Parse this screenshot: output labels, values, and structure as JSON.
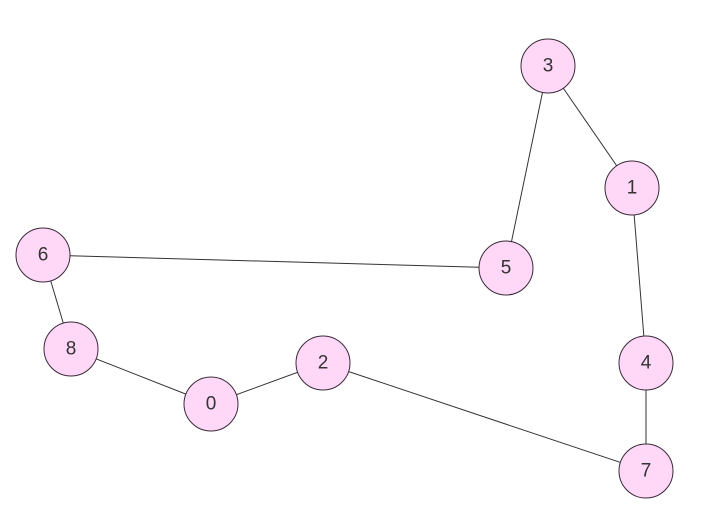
{
  "graph": {
    "node_fill": "#ffd8f7",
    "node_stroke": "#3a2a3a",
    "edge_color": "#333333",
    "nodes": [
      {
        "id": "3",
        "label": "3"
      },
      {
        "id": "1",
        "label": "1"
      },
      {
        "id": "6",
        "label": "6"
      },
      {
        "id": "5",
        "label": "5"
      },
      {
        "id": "8",
        "label": "8"
      },
      {
        "id": "2",
        "label": "2"
      },
      {
        "id": "4",
        "label": "4"
      },
      {
        "id": "0",
        "label": "0"
      },
      {
        "id": "7",
        "label": "7"
      }
    ],
    "edges": [
      {
        "from": "3",
        "to": "1"
      },
      {
        "from": "3",
        "to": "5"
      },
      {
        "from": "1",
        "to": "4"
      },
      {
        "from": "4",
        "to": "7"
      },
      {
        "from": "6",
        "to": "5"
      },
      {
        "from": "6",
        "to": "8"
      },
      {
        "from": "8",
        "to": "0"
      },
      {
        "from": "0",
        "to": "2"
      },
      {
        "from": "2",
        "to": "7"
      }
    ]
  }
}
